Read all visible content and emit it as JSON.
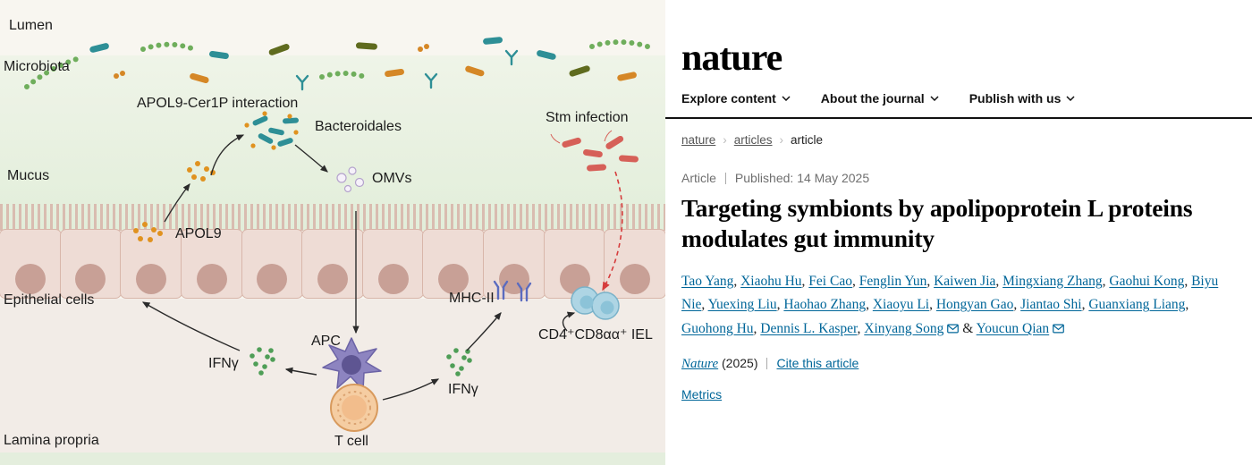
{
  "figure": {
    "labels": {
      "lumen": "Lumen",
      "microbiota": "Microbiota",
      "interaction": "APOL9-Cer1P interaction",
      "bacteroidales": "Bacteroidales",
      "omvs": "OMVs",
      "mucus": "Mucus",
      "apol9": "APOL9",
      "stm_infection": "Stm infection",
      "epithelial_cells": "Epithelial cells",
      "mhc2": "MHC-II",
      "iel": "CD4⁺CD8αα⁺ IEL",
      "ifng_left": "IFNγ",
      "apc": "APC",
      "ifng_right": "IFNγ",
      "t_cell": "T cell",
      "lamina_propria": "Lamina propria"
    },
    "colors": {
      "mucus_green": "#e2eeda",
      "epithelial_pink": "#eedcd5",
      "stm_red": "#d66058",
      "apc_purple": "#8d84c0",
      "ifng_green": "#4f9e57"
    }
  },
  "site": {
    "logo": "nature",
    "nav": [
      {
        "label": "Explore content"
      },
      {
        "label": "About the journal"
      },
      {
        "label": "Publish with us"
      }
    ],
    "breadcrumb": {
      "items": [
        "nature",
        "articles",
        "article"
      ]
    }
  },
  "article": {
    "type_label": "Article",
    "published_label": "Published:",
    "published_date": "14 May 2025",
    "title": "Targeting symbionts by apolipoprotein L proteins modulates gut immunity",
    "authors": [
      "Tao Yang",
      "Xiaohu Hu",
      "Fei Cao",
      "Fenglin Yun",
      "Kaiwen Jia",
      "Mingxiang Zhang",
      "Gaohui Kong",
      "Biyu Nie",
      "Yuexing Liu",
      "Haohao Zhang",
      "Xiaoyu Li",
      "Hongyan Gao",
      "Jiantao Shi",
      "Guanxiang Liang",
      "Guohong Hu",
      "Dennis L. Kasper",
      "Xinyang Song",
      "Youcun Qian"
    ],
    "email_authors": [
      "Xinyang Song",
      "Youcun Qian"
    ],
    "journal_name": "Nature",
    "journal_year": "(2025)",
    "cite_label": "Cite this article",
    "metrics_label": "Metrics"
  },
  "colors": {
    "link": "#006699"
  }
}
